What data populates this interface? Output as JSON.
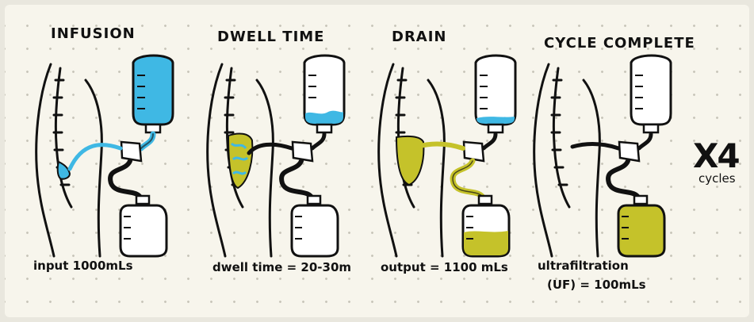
{
  "colors": {
    "background": "#f7f5ec",
    "ink": "#111111",
    "dialysate": "#3fb8e4",
    "effluent": "#c5c22a"
  },
  "steps": [
    {
      "title": "INFUSION",
      "caption": "input 1000mLs",
      "caption_2": ""
    },
    {
      "title": "DWELL TIME",
      "caption": "dwell time = 20-30m",
      "caption_2": ""
    },
    {
      "title": "DRAIN",
      "caption": "output = 1100 mLs",
      "caption_2": ""
    },
    {
      "title": "CYCLE COMPLETE",
      "caption": "ultrafiltration",
      "caption_2": "(UF) = 100mLs"
    }
  ],
  "repeat": {
    "multiplier": "X4",
    "label": "cycles"
  },
  "icons": [
    "body-silhouette-icon",
    "dialysate-bag-icon",
    "drain-bag-icon",
    "three-way-connector-icon"
  ]
}
